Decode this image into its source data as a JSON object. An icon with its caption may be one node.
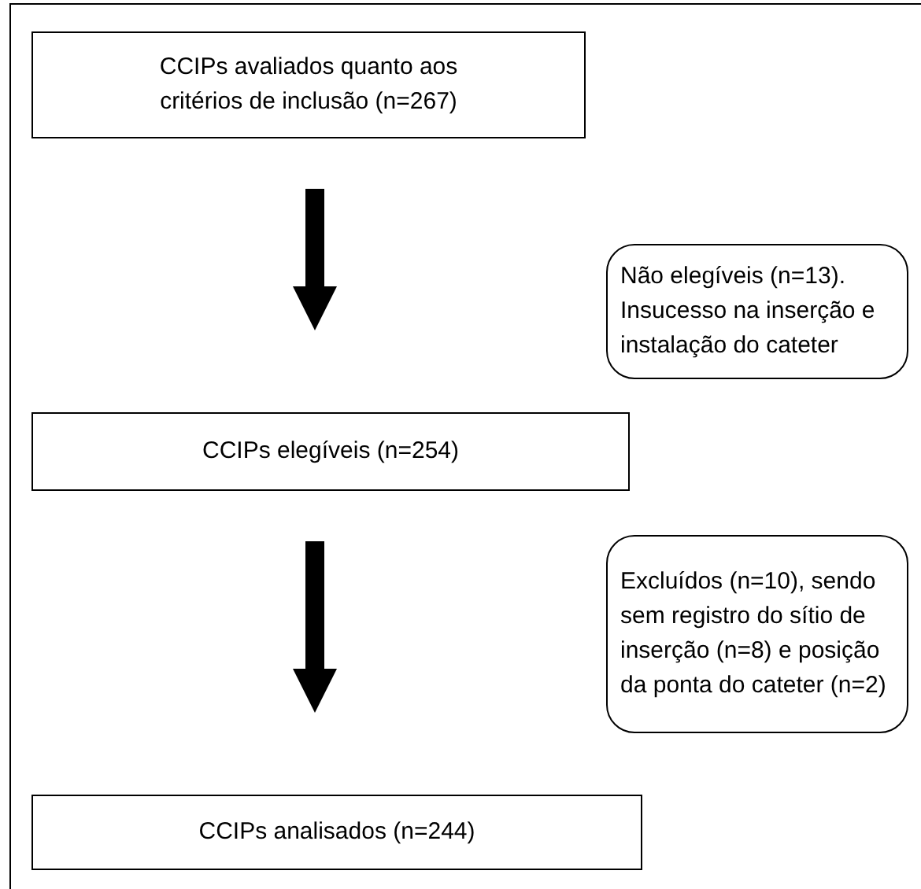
{
  "diagram": {
    "nodes": [
      {
        "text": [
          "CCIPs avaliados quanto aos critérios de inclusão (n=267)"
        ]
      },
      {
        "text": [
          "Não elegíveis (n=13). Insucesso na inserção e instalação do cateter"
        ]
      },
      {
        "text": [
          "CCIPs elegíveis (n=254)"
        ]
      },
      {
        "text": [
          "Excluídos (n=10), sendo sem registro do sítio de inserção (n=8) e posição da ponta do cateter (n=2)"
        ]
      },
      {
        "text": [
          "CCIPs analisados (n=244)"
        ]
      }
    ],
    "edges": [
      {
        "from": 0,
        "to": 2,
        "arrow": "to"
      },
      {
        "from": 2,
        "to": 4,
        "arrow": "to"
      }
    ]
  }
}
